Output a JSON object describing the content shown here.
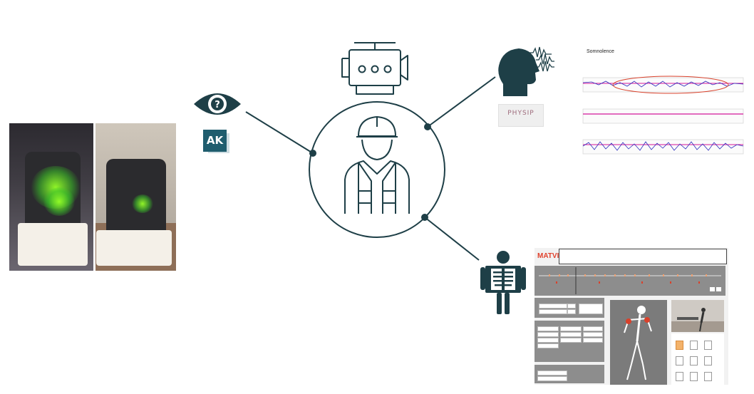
{
  "diagram": {
    "colors": {
      "line": "#1e3f47",
      "icon": "#1e3f47",
      "accent_red": "#d9412b",
      "eeg_blue": "#2d2dbe",
      "eeg_magenta": "#d4179a"
    },
    "center": {
      "icon": "worker-hardhat-vest-icon"
    },
    "satellites": [
      {
        "name": "engine",
        "icon": "engine-icon"
      },
      {
        "name": "eye-tracking",
        "icon": "eye-question-icon",
        "logo_text": "AK"
      },
      {
        "name": "physiological",
        "icon": "head-brainwave-icon",
        "logo_text": "PHYSIP"
      },
      {
        "name": "posture",
        "icon": "xray-skeleton-icon",
        "logo_text": "MATVISIO"
      }
    ],
    "eeg_chart": {
      "title": "Somnolence"
    }
  }
}
